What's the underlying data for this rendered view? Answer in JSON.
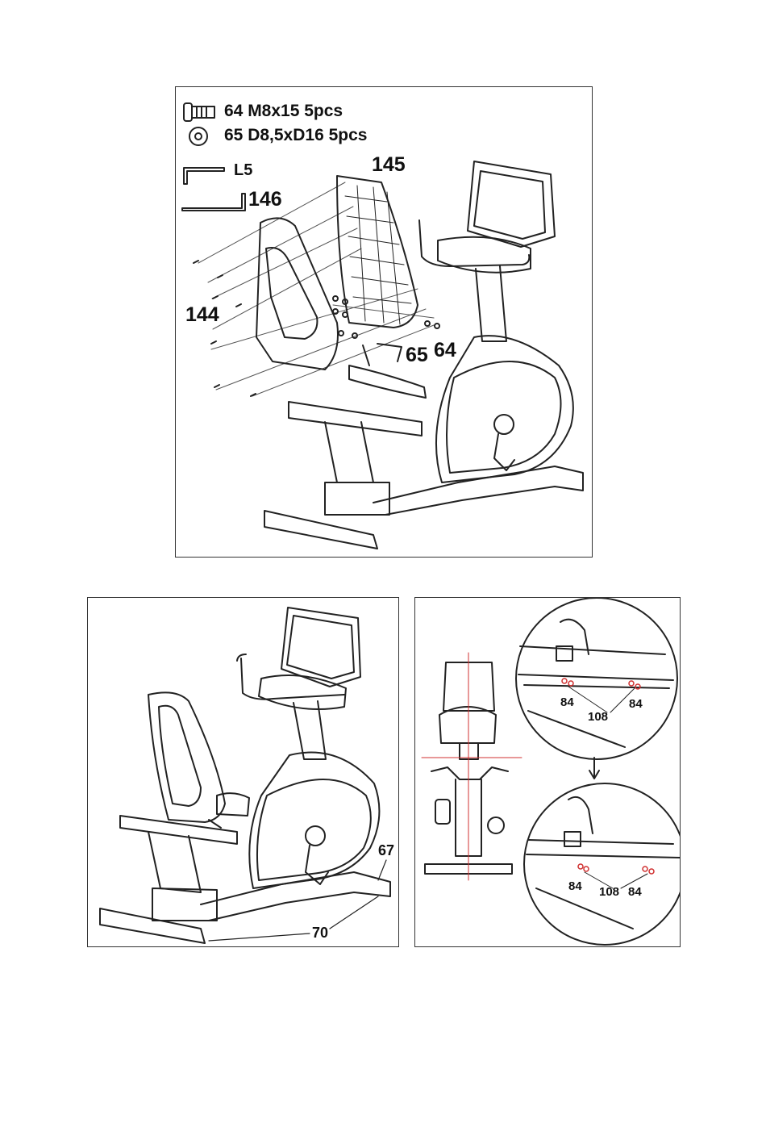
{
  "top_panel": {
    "legend": {
      "bolt": "64 M8x15 5pcs",
      "washer": "65 D8,5xD16 5pcs",
      "wrench": "L5"
    },
    "callouts": {
      "c145": "145",
      "c146": "146",
      "c144": "144",
      "c65": "65",
      "c64": "64"
    }
  },
  "bottom_left_panel": {
    "callouts": {
      "c67": "67",
      "c70": "70"
    }
  },
  "bottom_right_panel": {
    "detail_top": {
      "left": "84",
      "center": "108",
      "right": "84"
    },
    "detail_bottom": {
      "left": "84",
      "center": "108",
      "right": "84"
    }
  },
  "colors": {
    "line": "#222222",
    "highlight": "#d03030"
  }
}
